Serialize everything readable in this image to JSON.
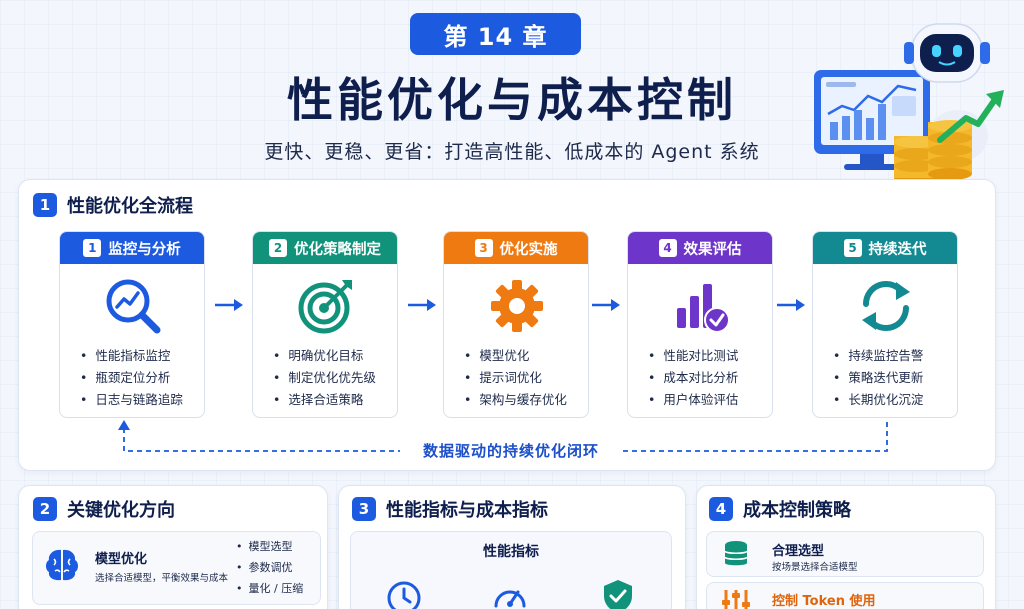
{
  "header": {
    "chapter": "第 14 章",
    "title": "性能优化与成本控制",
    "subtitle": "更快、更稳、更省：打造高性能、低成本的 Agent 系统"
  },
  "section1": {
    "num": "1",
    "title": "性能优化全流程",
    "steps": [
      {
        "num": "1",
        "title": "监控与分析",
        "color": "#1c5ae0",
        "icon": "magnifier-chart-icon",
        "items": [
          "性能指标监控",
          "瓶颈定位分析",
          "日志与链路追踪"
        ]
      },
      {
        "num": "2",
        "title": "优化策略制定",
        "color": "#11937b",
        "icon": "target-icon",
        "items": [
          "明确优化目标",
          "制定优化优先级",
          "选择合适策略"
        ]
      },
      {
        "num": "3",
        "title": "优化实施",
        "color": "#f07a12",
        "icon": "gear-icon",
        "items": [
          "模型优化",
          "提示词优化",
          "架构与缓存优化"
        ]
      },
      {
        "num": "4",
        "title": "效果评估",
        "color": "#6d35c9",
        "icon": "bar-chart-check-icon",
        "items": [
          "性能对比测试",
          "成本对比分析",
          "用户体验评估"
        ]
      },
      {
        "num": "5",
        "title": "持续迭代",
        "color": "#138a92",
        "icon": "refresh-icon",
        "items": [
          "持续监控告警",
          "策略迭代更新",
          "长期优化沉淀"
        ]
      }
    ],
    "loop_label": "数据驱动的持续优化闭环"
  },
  "section2": {
    "num": "2",
    "title": "关键优化方向",
    "item_title": "模型优化",
    "item_desc": "选择合适模型，平衡效果与成本",
    "bullets": [
      "模型选型",
      "参数调优",
      "量化 / 压缩"
    ]
  },
  "section3": {
    "num": "3",
    "title": "性能指标与成本指标",
    "subtitle": "性能指标"
  },
  "section4": {
    "num": "4",
    "title": "成本控制策略",
    "item1_title": "合理选型",
    "item1_desc": "按场景选择合适模型",
    "item2_title": "控制 Token 使用"
  },
  "colors": {
    "primary": "#1c5ae0",
    "green": "#11937b",
    "orange": "#f07a12",
    "purple": "#6d35c9",
    "teal": "#138a92"
  }
}
